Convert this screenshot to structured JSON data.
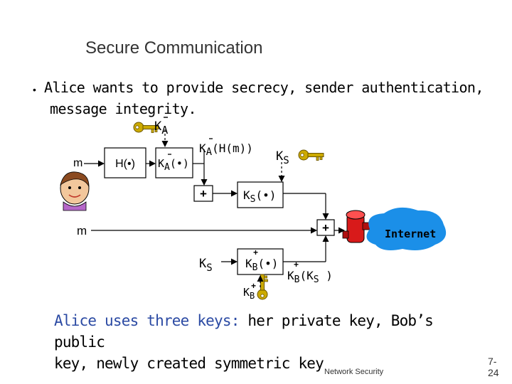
{
  "slide": {
    "title": "Secure Communication",
    "bullet": {
      "line1": "Alice wants to provide secrecy, sender authentication,",
      "line2": "message integrity."
    },
    "caption": {
      "highlight": "Alice uses three keys:",
      "rest1": " her private key, Bob’s public",
      "line2": "key, newly created symmetric key"
    },
    "footer": "Network Security",
    "slide_number": {
      "top": "7-",
      "bottom": "24"
    }
  },
  "diagram": {
    "key_private_label": {
      "base": "K",
      "sub": "A"
    },
    "input_m": "m",
    "hash_box": "H(•)",
    "sign_box": {
      "base": "K",
      "sub": "A",
      "rest": "(•)"
    },
    "signed_hash": {
      "base": "K",
      "sub": "A",
      "rest": "(H(m))"
    },
    "session_key_label": {
      "base": "K",
      "sub": "S"
    },
    "plus_symbol": "+",
    "sym_encrypt_label": {
      "base": "K",
      "sub": "S",
      "rest": "(•)"
    },
    "lower_m": "m",
    "ks_lower": {
      "base": "K",
      "sub": "S"
    },
    "pub_encrypt_label": {
      "base": "K",
      "sub": "B",
      "rest": "(•)"
    },
    "pub_key_label": {
      "base": "K",
      "sub": "B"
    },
    "encrypted_key": {
      "base": "K",
      "sub": "B",
      "rest": "(K",
      "sub2": "S",
      "end": " )"
    },
    "internet_label": "Internet",
    "colors": {
      "internet_cloud": "#1b8fe8",
      "key": "#ccaa00",
      "router": "#d81a1a",
      "highlight_text": "#2b4aa3"
    },
    "icons": [
      "key-icon",
      "alice-icon",
      "router-icon",
      "internet-cloud-icon"
    ]
  }
}
